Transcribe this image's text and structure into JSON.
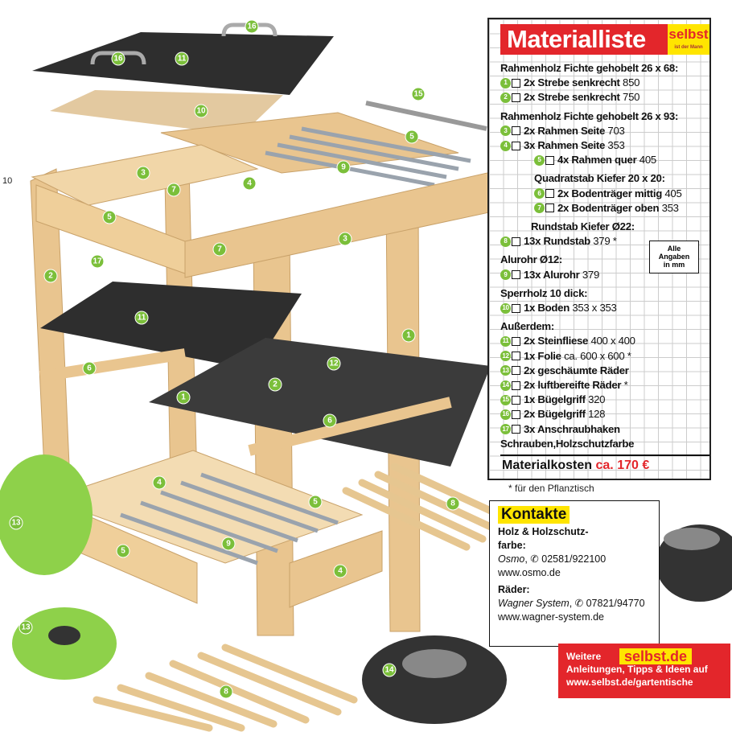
{
  "illustration": {
    "dimension_label": "10",
    "callouts": [
      "16",
      "16",
      "11",
      "10",
      "15",
      "5",
      "3",
      "7",
      "4",
      "9",
      "5",
      "7",
      "3",
      "2",
      "17",
      "11",
      "1",
      "12",
      "6",
      "2",
      "1",
      "6",
      "4",
      "5",
      "8",
      "13",
      "9",
      "5",
      "4",
      "13",
      "14",
      "8"
    ],
    "colors": {
      "wood": "#e9c58f",
      "slate": "#2e2e2e",
      "wheel_green": "#8ed14a",
      "callout": "#7bbf3a"
    }
  },
  "materialliste": {
    "title": "Materialliste",
    "logo": "selbst",
    "logo_sub": "ist der Mann",
    "sections": [
      {
        "heading": "Rahmenholz Fichte gehobelt 26 x 68:",
        "items": [
          {
            "n": "1",
            "qty": "2x Strebe senkrecht",
            "dim": "850"
          },
          {
            "n": "2",
            "qty": "2x Strebe senkrecht",
            "dim": "750"
          }
        ]
      },
      {
        "heading": "Rahmenholz Fichte gehobelt 26 x 93:",
        "items": [
          {
            "n": "3",
            "qty": "2x Rahmen Seite",
            "dim": "703"
          },
          {
            "n": "4",
            "qty": "3x Rahmen Seite",
            "dim": "353"
          },
          {
            "n": "5",
            "qty": "4x Rahmen quer",
            "dim": "405"
          }
        ]
      },
      {
        "heading": "Quadratstab Kiefer 20 x 20:",
        "items": [
          {
            "n": "6",
            "qty": "2x Bodenträger mittig",
            "dim": "405"
          },
          {
            "n": "7",
            "qty": "2x Bodenträger oben",
            "dim": "353"
          }
        ]
      },
      {
        "heading": "Rundstab Kiefer Ø22:",
        "items": [
          {
            "n": "8",
            "qty": "13x Rundstab",
            "dim": "379 *"
          }
        ]
      },
      {
        "heading": "Alurohr Ø12:",
        "items": [
          {
            "n": "9",
            "qty": "13x Alurohr",
            "dim": "379"
          }
        ]
      },
      {
        "heading": "Sperrholz 10 dick:",
        "items": [
          {
            "n": "10",
            "qty": "1x Boden",
            "dim": "353 x 353"
          }
        ]
      },
      {
        "heading": "Außerdem:",
        "items": [
          {
            "n": "11",
            "qty": "2x Steinfliese",
            "dim": "400 x 400"
          },
          {
            "n": "12",
            "qty": "1x Folie",
            "dim": "ca. 600 x 600 *"
          },
          {
            "n": "13",
            "qty": "2x geschäumte  Räder",
            "dim": ""
          },
          {
            "n": "14",
            "qty": "2x luftbereifte  Räder",
            "dim": "*"
          },
          {
            "n": "15",
            "qty": "1x Bügelgriff",
            "dim": "320"
          },
          {
            "n": "16",
            "qty": "2x Bügelgriff",
            "dim": "128"
          },
          {
            "n": "17",
            "qty": "3x Anschraubhaken",
            "dim": ""
          }
        ]
      }
    ],
    "extra": "Schrauben,Holzschutzfarbe",
    "note_box": [
      "Alle",
      "Angaben",
      "in mm"
    ],
    "cost_label": "Materialkosten",
    "cost_value": "ca. 170 €",
    "footnote": "* für den Pflanztisch"
  },
  "kontakte": {
    "title": "Kontakte",
    "h1": "Holz & Holzschutz-",
    "h1b": "farbe:",
    "c1_name": "Osmo",
    "c1_phone": ", ✆ 02581/922100",
    "c1_url": "www.osmo.de",
    "h2": "Räder:",
    "c2_name": "Wagner System",
    "c2_phone": ", ✆ 07821/94770",
    "c2_url": "www.wagner-system.de"
  },
  "promo": {
    "logo": "selbst.de",
    "line1": "Weitere",
    "line2": "Anleitungen, Tipps & Ideen auf",
    "line3": "www.selbst.de/gartentische"
  }
}
